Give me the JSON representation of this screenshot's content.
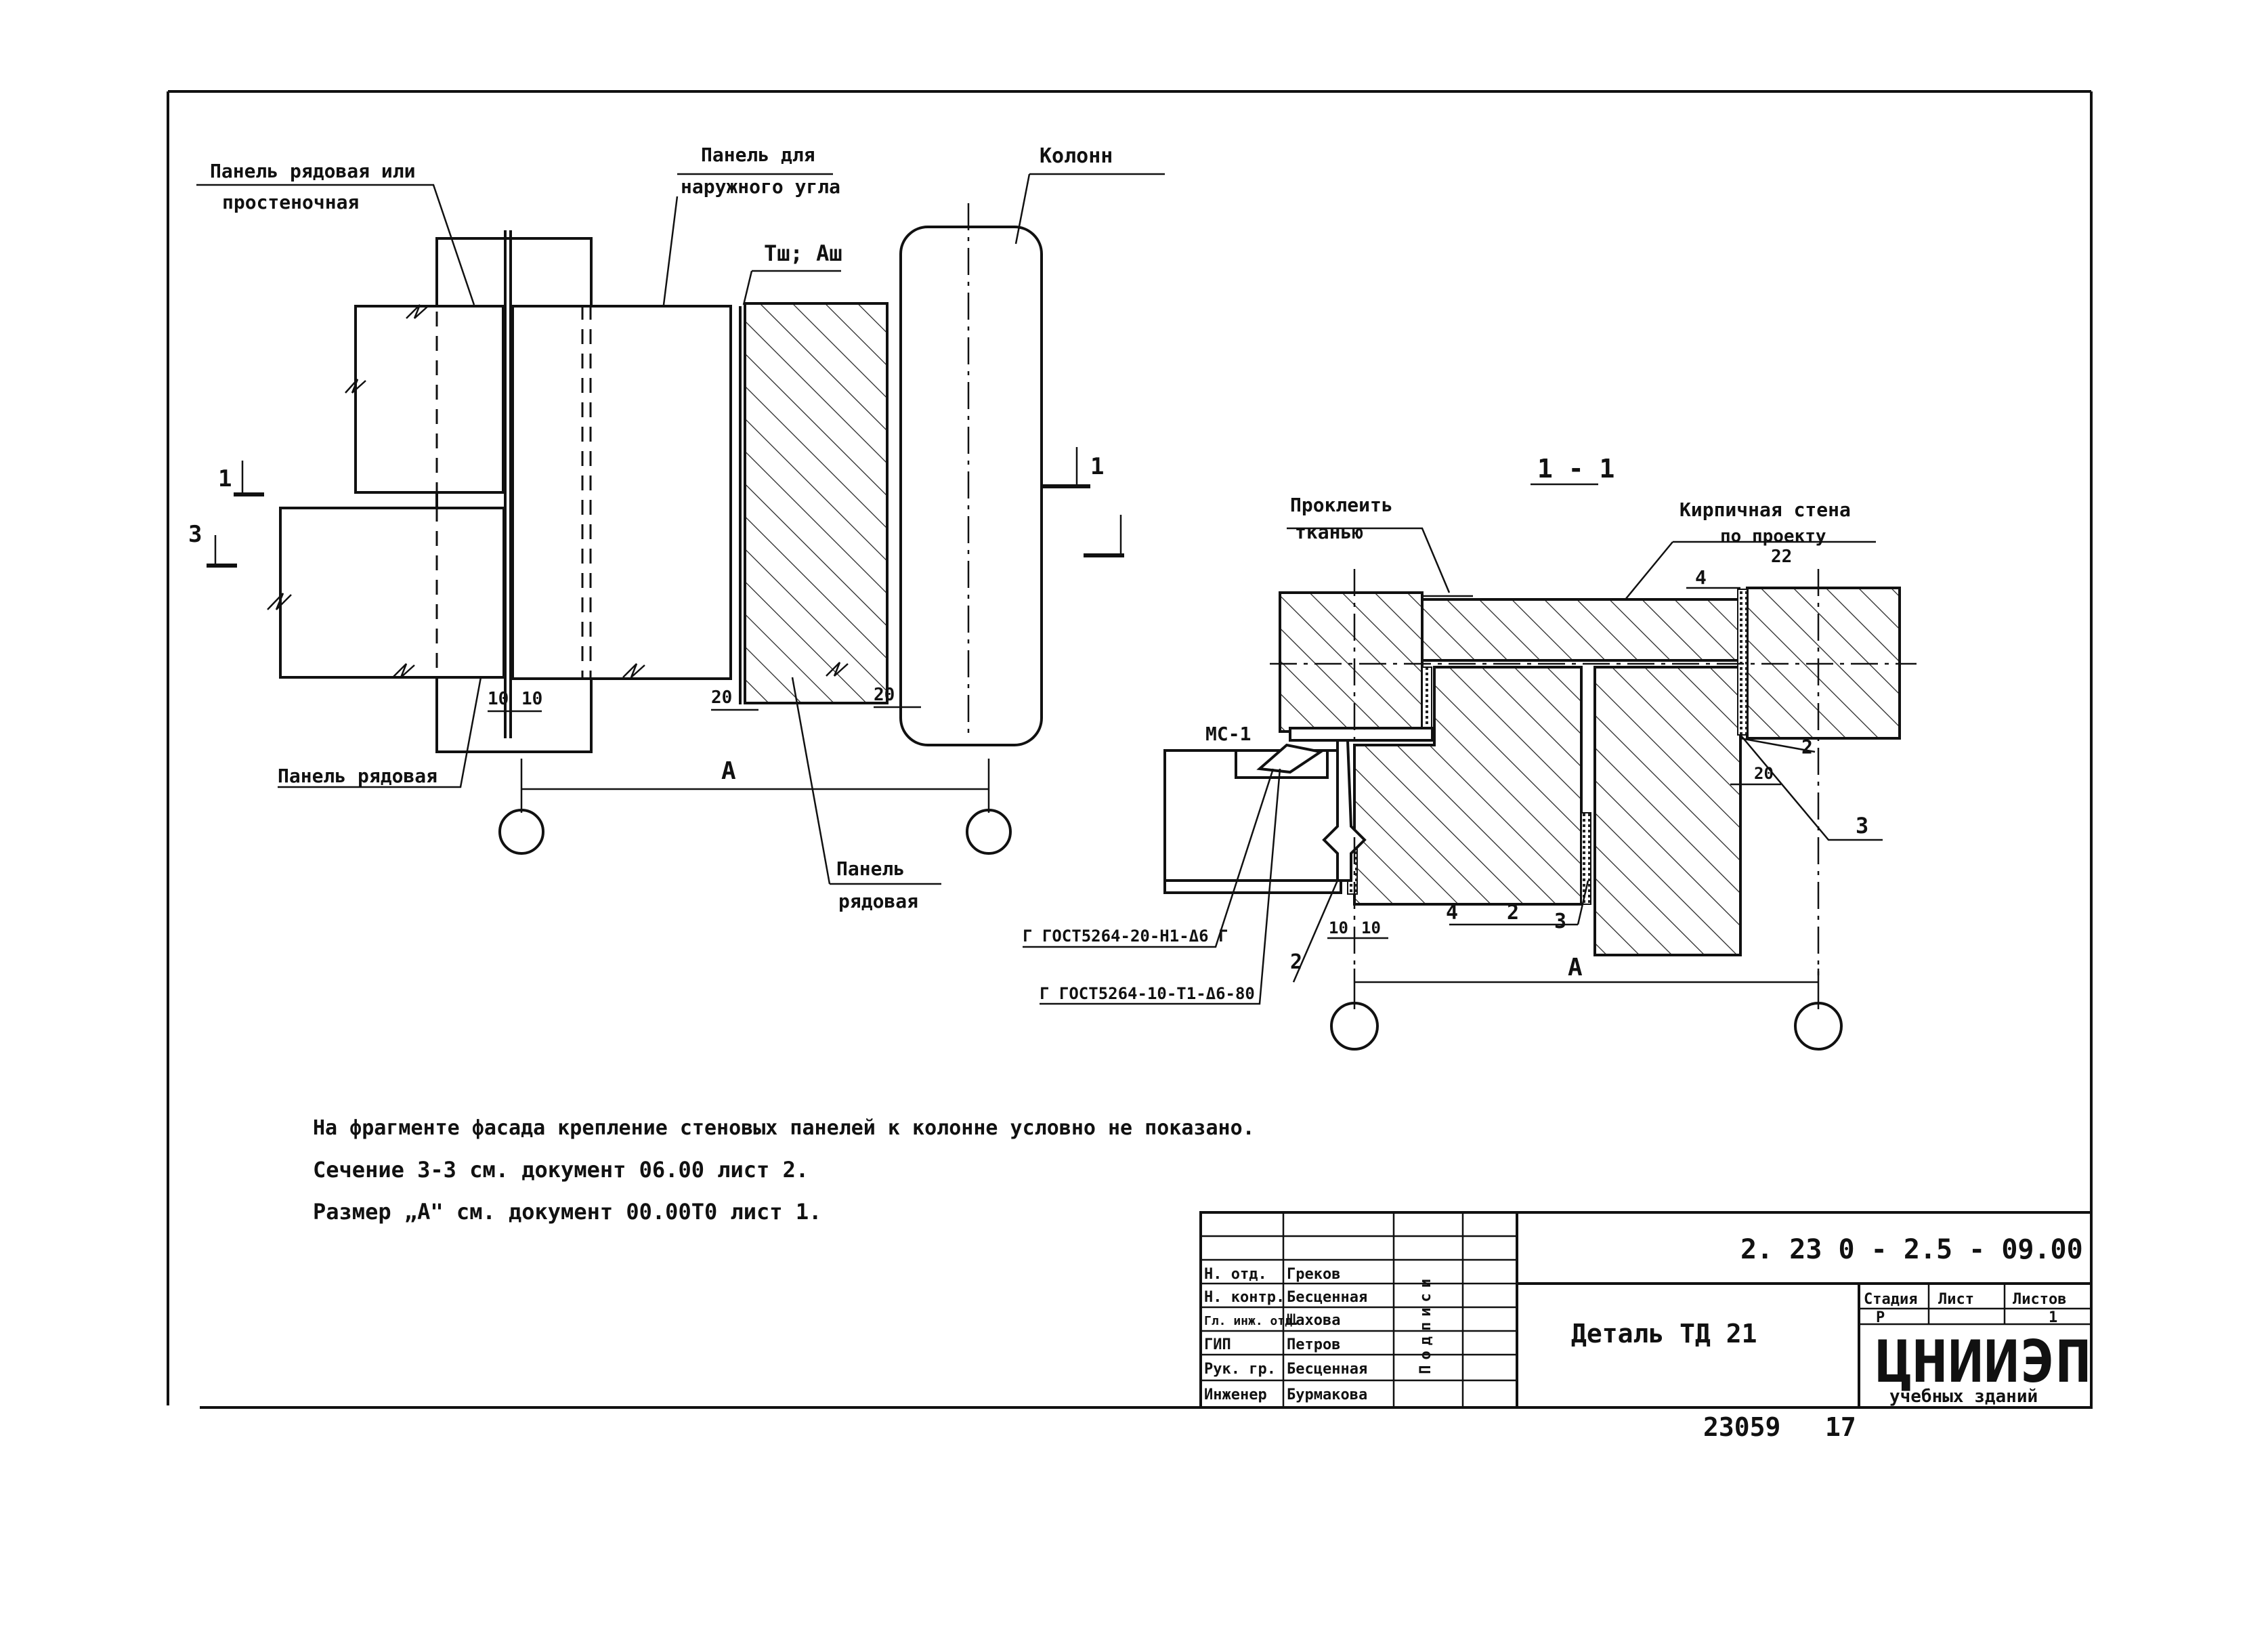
{
  "facade": {
    "label_panel_row_or_pier": [
      "Панель рядовая или",
      "простеночная"
    ],
    "label_panel_outer_corner": [
      "Панель для",
      "наружного угла"
    ],
    "label_column": "Колонн",
    "label_tsh_ash": "Тш; Аш",
    "label_panel_row_bottom": "Панель рядовая",
    "label_panel_row_right": [
      "Панель",
      "рядовая"
    ],
    "dim_10a": "10",
    "dim_10b": "10",
    "dim_20a": "20",
    "dim_20b": "20",
    "dim_a": "А",
    "section_1_left": "1",
    "section_3_left": "3",
    "section_1_right": "1"
  },
  "section": {
    "title": "1 - 1",
    "label_glue": [
      "Проклеить",
      "тканью"
    ],
    "label_brick_wall": [
      "Кирпичная стена",
      "по проекту"
    ],
    "label_mc1": "МС-1",
    "label_gost1": "Г ГОСТ5264-20-Н1-Δ6 Г",
    "label_gost2": "Г ГОСТ5264-10-Т1-Δ6-80",
    "num_4_top": "4",
    "num_22": "22",
    "num_2_right": "2",
    "num_20": "20",
    "num_3_right": "3",
    "num_4_bottom": "4",
    "num_2_bottom": "2",
    "num_3_bottom": "3",
    "num_2_left": "2",
    "dim_10a": "10",
    "dim_10b": "10",
    "dim_a": "А"
  },
  "notes": [
    "На фрагменте фасада крепление стеновых панелей к колонне условно не показано.",
    "Сечение 3-3 см. документ 06.00 лист 2.",
    "Размер „А\" см. документ 00.00Т0 лист 1."
  ],
  "title_block": {
    "doc_code": "2. 23 0 - 2.5 - 09.00",
    "doc_title": "Деталь ТД 21",
    "signature_header": "Подписи",
    "roles": [
      {
        "role": "Н. отд.",
        "name": "Греков"
      },
      {
        "role": "Н. контр.",
        "name": "Бесценная"
      },
      {
        "role": "Гл. инж. отд.",
        "name": "Шахова"
      },
      {
        "role": "ГИП",
        "name": "Петров"
      },
      {
        "role": "Рук. гр.",
        "name": "Бесценная"
      },
      {
        "role": "Инженер",
        "name": "Бурмакова"
      }
    ],
    "stage_header": "Стадия",
    "sheet_header": "Лист",
    "sheets_header": "Листов",
    "stage_value": "Р",
    "sheets_value": "1",
    "org_name": "ЦНИИЭП",
    "org_sub": "учебных зданий"
  },
  "footer": {
    "inventory_no": "23059",
    "page_no": "17"
  }
}
